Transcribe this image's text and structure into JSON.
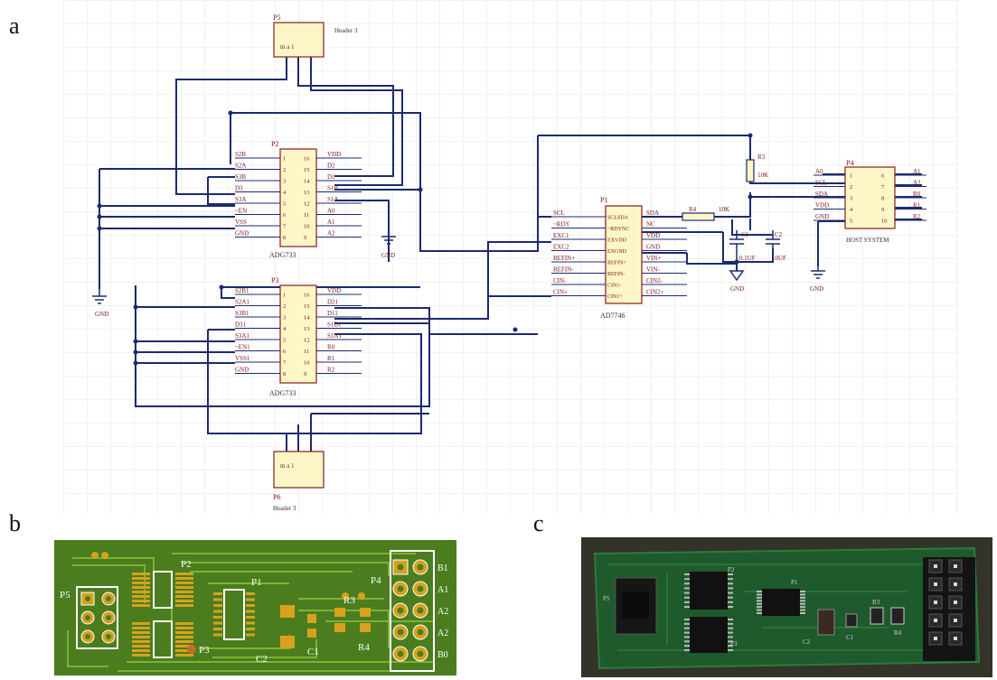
{
  "panels": {
    "a": "a",
    "b": "b",
    "c": "c"
  },
  "schematic": {
    "p5": {
      "ref": "P5",
      "name": "Header 3"
    },
    "p6": {
      "ref": "P6",
      "name": "Header 3"
    },
    "p2": {
      "ref": "P2",
      "part": "ADG733",
      "left_pins": [
        "S2B",
        "S2A",
        "S3B",
        "D3",
        "S3A",
        "~EN",
        "VSS",
        "GND"
      ],
      "left_nums": [
        "1",
        "2",
        "3",
        "4",
        "5",
        "6",
        "7",
        "8"
      ],
      "right_pins": [
        "VDD",
        "D2",
        "D1",
        "S1B",
        "S1A",
        "A0",
        "A1",
        "A2"
      ],
      "right_nums": [
        "16",
        "15",
        "14",
        "13",
        "12",
        "11",
        "10",
        "9"
      ]
    },
    "p3": {
      "ref": "P3",
      "part": "ADG733",
      "left_pins": [
        "S2B1",
        "S2A1",
        "S3B1",
        "D31",
        "S3A1",
        "~EN1",
        "VSS1",
        "GND"
      ],
      "left_nums": [
        "1",
        "2",
        "3",
        "4",
        "5",
        "6",
        "7",
        "8"
      ],
      "right_pins": [
        "VDD",
        "D21",
        "D11",
        "S1B1",
        "S1A1",
        "R0",
        "R1",
        "R2"
      ],
      "right_nums": [
        "16",
        "15",
        "14",
        "13",
        "12",
        "11",
        "10",
        "9"
      ]
    },
    "p1": {
      "ref": "P1",
      "part": "AD7746",
      "left_pins": [
        "SCL",
        "~RDY",
        "EXC1",
        "EXC2",
        "REFIN+",
        "REFIN-",
        "CIN-",
        "CIN+"
      ],
      "center_left": [
        "SCLSDA",
        "~RDYNC",
        "EXVDD",
        "EXGND",
        "REFIN+",
        "REFIN-",
        "CIN1-",
        "CIN1+"
      ],
      "right_pins": [
        "SDA",
        "NC",
        "VDD",
        "GND",
        "VIN+",
        "VIN-",
        "CIN2-",
        "CIN2+"
      ]
    },
    "p4": {
      "ref": "P4",
      "name": "HOST SYSTEM",
      "left_pins": [
        "A0",
        "SCL",
        "SDA",
        "VDD",
        "GND"
      ],
      "left_nums": [
        "1",
        "2",
        "3",
        "4",
        "5"
      ],
      "right_nums": [
        "6",
        "7",
        "8",
        "9",
        "10"
      ],
      "right_pins": [
        "A1",
        "A2",
        "R0",
        "R1",
        "R2"
      ]
    },
    "r3": {
      "ref": "R3",
      "value": "10K"
    },
    "r4": {
      "ref": "R4",
      "value": "10K"
    },
    "c1": {
      "ref": "C1",
      "value": "0.1UF"
    },
    "c2": {
      "ref": "C2",
      "value": "10UF"
    },
    "gnd": "GND"
  },
  "pcb": {
    "labels": {
      "p5": "P5",
      "p2": "P2",
      "p3": "P3",
      "p1": "P1",
      "p4": "P4",
      "r3": "R3",
      "r4": "R4",
      "c1": "C1",
      "c2": "C2"
    },
    "header_labels": [
      "B1",
      "A1",
      "A2",
      "A2",
      "B0"
    ]
  },
  "photo": {
    "labels": {
      "p5": "P5",
      "p2": "P2",
      "p3": "P3",
      "p1": "P1",
      "c2": "C2",
      "c1": "C1",
      "r3": "R3",
      "r4": "R4"
    }
  },
  "colors": {
    "wire": "#1c2a6e",
    "component_fill": "#fdf7c8",
    "component_border": "#8a1a1a",
    "pin_text": "#7a1414",
    "grid": "#e4e4ee",
    "pcb_board": "#4b7d1e",
    "pcb_trace": "#7cb335",
    "pad_gold": "#d6a21e",
    "silkscreen": "#ffffff",
    "photo_board": "#1f5a2c"
  }
}
